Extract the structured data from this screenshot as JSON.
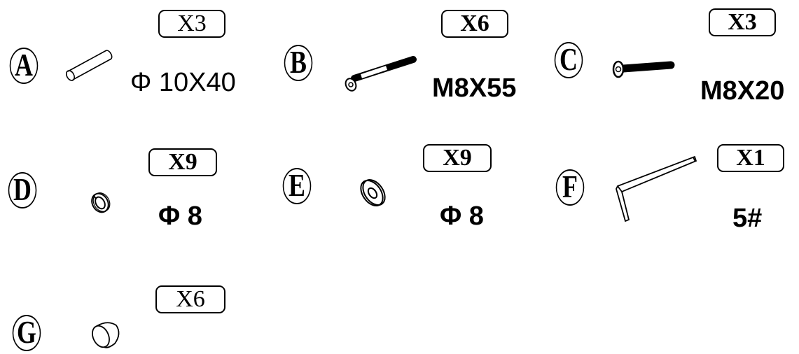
{
  "parts": [
    {
      "letter": "A",
      "qty": "X3",
      "spec": "Φ 10X40",
      "icon": "pin-icon"
    },
    {
      "letter": "B",
      "qty": "X6",
      "spec": "M8X55",
      "icon": "long-bolt-icon"
    },
    {
      "letter": "C",
      "qty": "X3",
      "spec": "M8X20",
      "icon": "short-bolt-icon"
    },
    {
      "letter": "D",
      "qty": "X9",
      "spec": "Φ 8",
      "icon": "spring-washer-icon"
    },
    {
      "letter": "E",
      "qty": "X9",
      "spec": "Φ 8",
      "icon": "flat-washer-icon"
    },
    {
      "letter": "F",
      "qty": "X1",
      "spec": "5#",
      "icon": "allen-key-icon"
    },
    {
      "letter": "G",
      "qty": "X6",
      "spec": "",
      "icon": "end-cap-icon"
    }
  ]
}
